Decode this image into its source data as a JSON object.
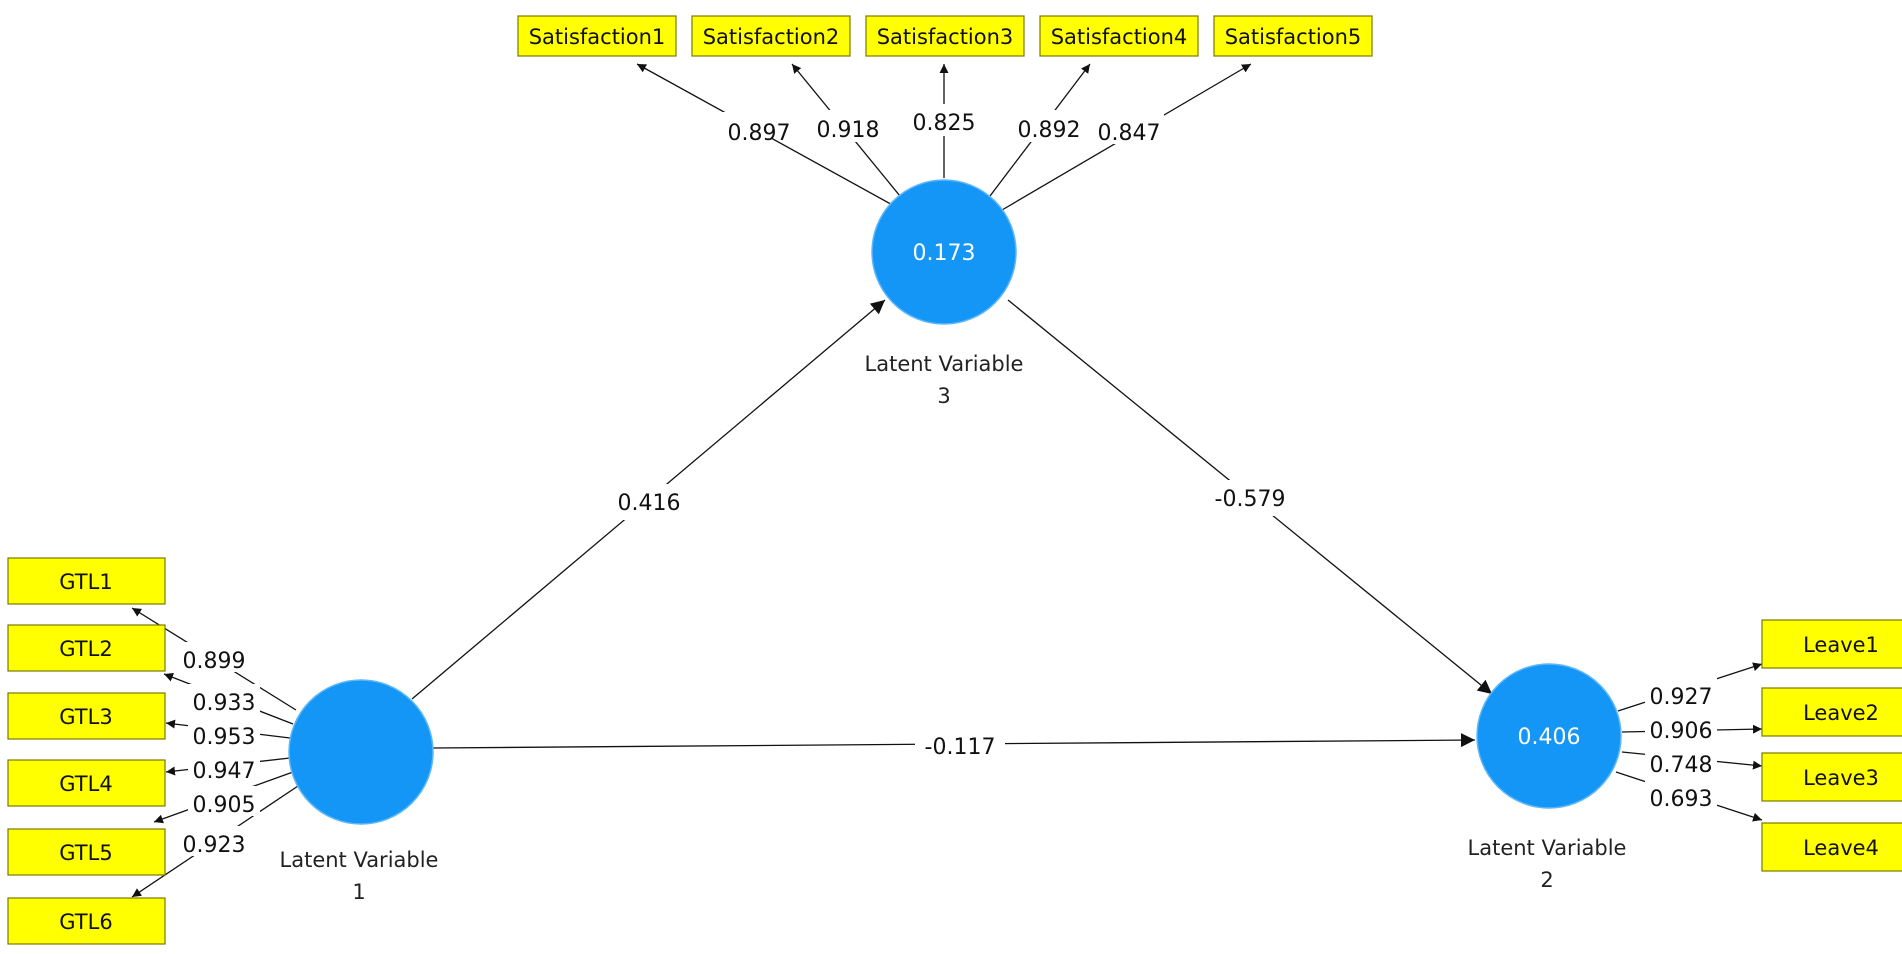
{
  "colors": {
    "latent_fill": "#1496f7",
    "indicator_fill": "#ffff00",
    "indicator_border": "#7a7a00",
    "line": "#111111"
  },
  "latent": {
    "lv1": {
      "name_line1": "Latent Variable",
      "name_line2": "1",
      "value": ""
    },
    "lv2": {
      "name_line1": "Latent Variable",
      "name_line2": "2",
      "value": "0.406"
    },
    "lv3": {
      "name_line1": "Latent Variable",
      "name_line2": "3",
      "value": "0.173"
    }
  },
  "paths": {
    "lv1_lv3": "0.416",
    "lv3_lv2": "-0.579",
    "lv1_lv2": "-0.117"
  },
  "indicators": {
    "satisfaction": [
      {
        "label": "Satisfaction1",
        "loading": "0.897"
      },
      {
        "label": "Satisfaction2",
        "loading": "0.918"
      },
      {
        "label": "Satisfaction3",
        "loading": "0.825"
      },
      {
        "label": "Satisfaction4",
        "loading": "0.892"
      },
      {
        "label": "Satisfaction5",
        "loading": "0.847"
      }
    ],
    "gtl": [
      {
        "label": "GTL1",
        "loading": "0.899"
      },
      {
        "label": "GTL2",
        "loading": "0.933"
      },
      {
        "label": "GTL3",
        "loading": "0.953"
      },
      {
        "label": "GTL4",
        "loading": "0.947"
      },
      {
        "label": "GTL5",
        "loading": "0.905"
      },
      {
        "label": "GTL6",
        "loading": "0.923"
      }
    ],
    "leave": [
      {
        "label": "Leave1",
        "loading": "0.927"
      },
      {
        "label": "Leave2",
        "loading": "0.906"
      },
      {
        "label": "Leave3",
        "loading": "0.748"
      },
      {
        "label": "Leave4",
        "loading": "0.693"
      }
    ]
  }
}
